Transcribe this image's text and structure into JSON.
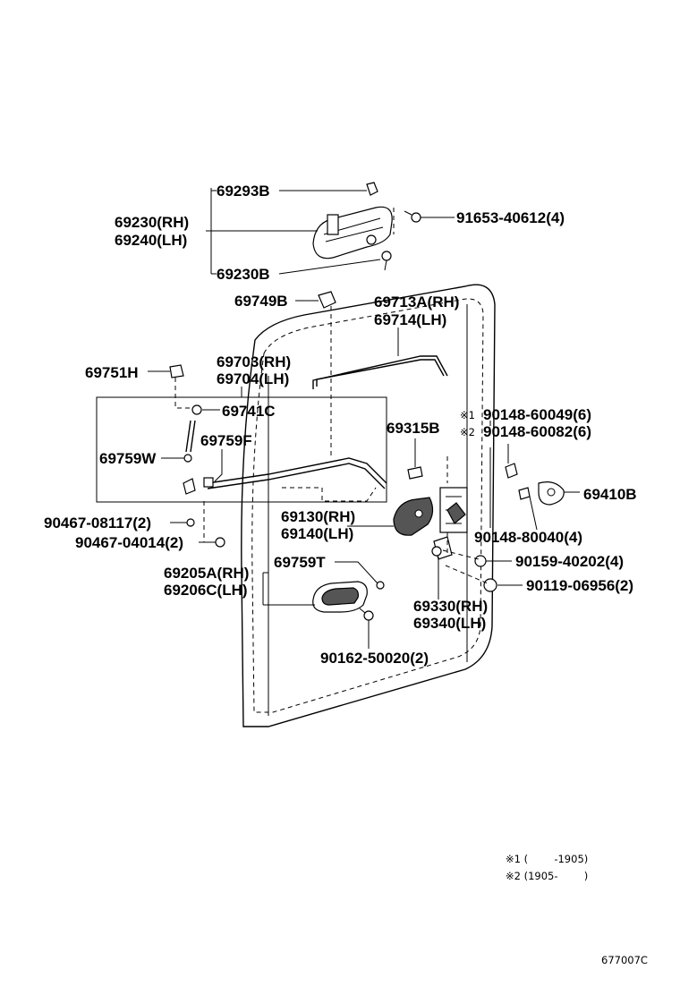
{
  "labels": {
    "p69293B": "69293B",
    "p69230RH": "69230(RH)",
    "p69240LH": "69240(LH)",
    "p69230B": "69230B",
    "p91653": "91653-40612(4)",
    "p69749B": "69749B",
    "p69713A": "69713A(RH)",
    "p69714": "69714(LH)",
    "p69703": "69703(RH)",
    "p69704": "69704(LH)",
    "p69751H": "69751H",
    "p69741C": "69741C",
    "p69759F": "69759F",
    "p69759W": "69759W",
    "p69315B": "69315B",
    "p90148_60049": "90148-60049(6)",
    "p90148_60082": "90148-60082(6)",
    "mark1": "※1",
    "mark2": "※2",
    "p69410B": "69410B",
    "p69130": "69130(RH)",
    "p69140": "69140(LH)",
    "p90467_08117": "90467-08117(2)",
    "p90467_04014": "90467-04014(2)",
    "p90148_80040": "90148-80040(4)",
    "p90159": "90159-40202(4)",
    "p69205A": "69205A(RH)",
    "p69206C": "69206C(LH)",
    "p69759T": "69759T",
    "p90119": "90119-06956(2)",
    "p69330": "69330(RH)",
    "p69340": "69340(LH)",
    "p90162": "90162-50020(2)"
  },
  "notes": {
    "n1": "※1 (        -1905)",
    "n2": "※2 (1905-        )"
  },
  "figure_code": "677007C"
}
